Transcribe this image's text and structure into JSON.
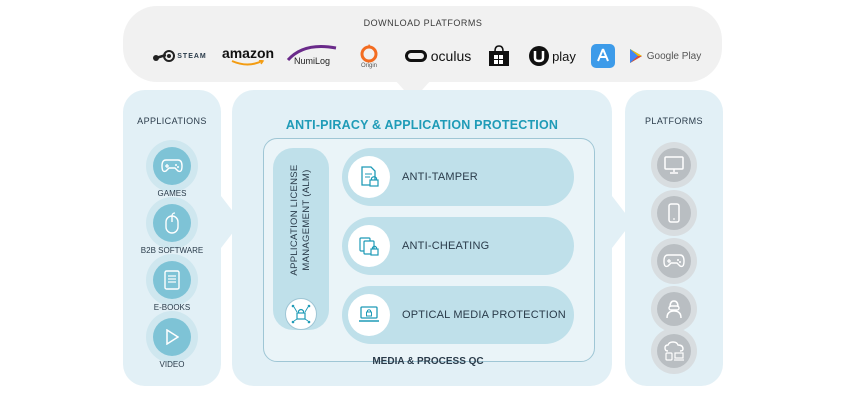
{
  "download_platforms": {
    "title": "DOWNLOAD PLATFORMS",
    "logos": {
      "steam": "STEAM",
      "amazon": "amazon",
      "numilog": "NumiLog",
      "origin": "Origin",
      "oculus": "oculus",
      "uplay": "play",
      "google_play": "Google Play"
    }
  },
  "applications": {
    "title": "APPLICATIONS",
    "items": [
      {
        "label": "GAMES",
        "icon": "gamepad-icon"
      },
      {
        "label": "B2B SOFTWARE",
        "icon": "mouse-icon"
      },
      {
        "label": "E-BOOKS",
        "icon": "ebook-icon"
      },
      {
        "label": "VIDEO",
        "icon": "play-icon"
      }
    ]
  },
  "center": {
    "title": "ANTI-PIRACY & APPLICATION PROTECTION",
    "alm": "APPLICATION LICENSE MANAGEMENT (ALM)",
    "alm_line1": "APPLICATION LICENSE",
    "alm_line2": "MANAGEMENT (ALM)",
    "features": [
      {
        "label": "ANTI-TAMPER",
        "icon": "document-lock-icon"
      },
      {
        "label": "ANTI-CHEATING",
        "icon": "cards-lock-icon"
      },
      {
        "label": "OPTICAL MEDIA PROTECTION",
        "icon": "laptop-lock-icon"
      }
    ],
    "footer": "MEDIA & PROCESS QC"
  },
  "platforms": {
    "title": "PLATFORMS",
    "items": [
      {
        "icon": "monitor-icon"
      },
      {
        "icon": "smartphone-icon"
      },
      {
        "icon": "gamepad-icon"
      },
      {
        "icon": "person-icon"
      },
      {
        "icon": "cloud-devices-icon"
      }
    ]
  },
  "colors": {
    "accent": "#1f9bb7",
    "panel": "#e2f0f6",
    "pill": "#bfe0ea",
    "app_circle": "#7ec3d6",
    "platform_circle": "#b9bec2"
  }
}
